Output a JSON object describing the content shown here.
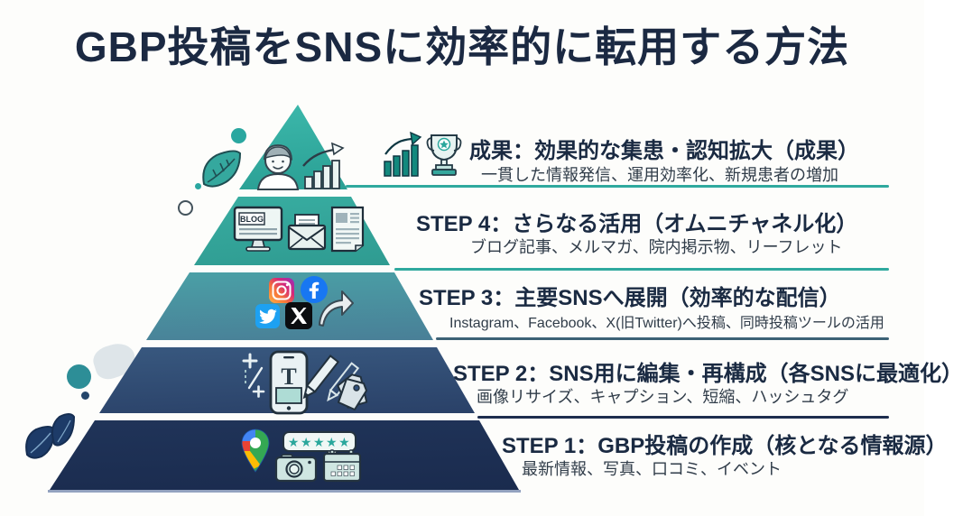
{
  "header": {
    "title": "GBP投稿をSNSに効率的に転用する方法"
  },
  "rows": [
    {
      "title": "成果：効果的な集患・認知拡大（成果）",
      "subtitle": "一貫した情報発信、運用効率化、新規患者の増加"
    },
    {
      "title": "STEP 4：さらなる活用（オムニチャネル化）",
      "subtitle": "ブログ記事、メルマガ、院内掲示物、リーフレット"
    },
    {
      "title": "STEP 3：主要SNSへ展開（効率的な配信）",
      "subtitle": "Instagram、Facebook、X(旧Twitter)へ投稿、同時投稿ツールの活用"
    },
    {
      "title": "STEP 2：SNS用に編集・再構成（各SNSに最適化）",
      "subtitle": "画像リサイズ、キャプション、短縮、ハッシュタグ"
    },
    {
      "title": "STEP 1：GBP投稿の作成（核となる情報源）",
      "subtitle": "最新情報、写真、口コミ、イベント"
    }
  ],
  "icons": {
    "blog_label": "BLOG",
    "phone_label": "T",
    "stars": "★★★★★"
  },
  "colors": {
    "accent_teal": "#2fa99e",
    "navy_title": "#1b2942",
    "steel_separator": "#3c6175",
    "dark_navy_separator": "#1d2d4e",
    "band_teal_top": "#3cb8ab",
    "band_teal_2": "#38ada1",
    "band_steel_3": "#4aa0a6",
    "band_blue_4": "#38587f",
    "band_navy_5": "#203459",
    "facebook_blue": "#1877f2",
    "twitter_blue": "#1da1f2",
    "x_black": "#0b0d10"
  }
}
